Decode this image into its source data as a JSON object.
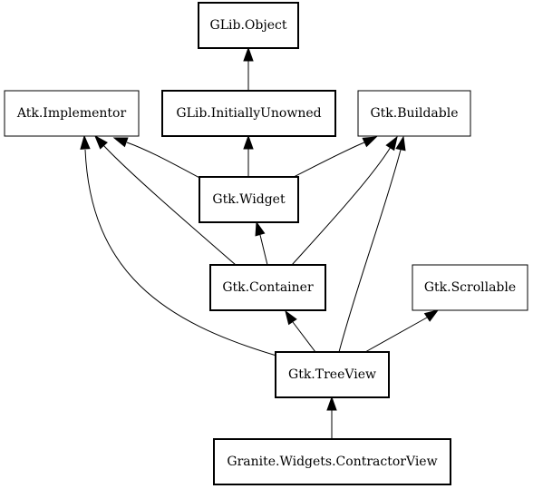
{
  "diagram": {
    "nodes": {
      "glib_object": {
        "label": "GLib.Object",
        "bold": true
      },
      "atk_implementor": {
        "label": "Atk.Implementor",
        "bold": false
      },
      "glib_initially_unowned": {
        "label": "GLib.InitiallyUnowned",
        "bold": true
      },
      "gtk_buildable": {
        "label": "Gtk.Buildable",
        "bold": false
      },
      "gtk_widget": {
        "label": "Gtk.Widget",
        "bold": true
      },
      "gtk_container": {
        "label": "Gtk.Container",
        "bold": true
      },
      "gtk_scrollable": {
        "label": "Gtk.Scrollable",
        "bold": false
      },
      "gtk_treeview": {
        "label": "Gtk.TreeView",
        "bold": true
      },
      "granite_contractorview": {
        "label": "Granite.Widgets.ContractorView",
        "bold": true
      }
    },
    "edges": [
      {
        "from": "glib_initially_unowned",
        "to": "glib_object"
      },
      {
        "from": "gtk_widget",
        "to": "glib_initially_unowned"
      },
      {
        "from": "gtk_widget",
        "to": "atk_implementor"
      },
      {
        "from": "gtk_widget",
        "to": "gtk_buildable"
      },
      {
        "from": "gtk_container",
        "to": "gtk_widget"
      },
      {
        "from": "gtk_container",
        "to": "atk_implementor"
      },
      {
        "from": "gtk_container",
        "to": "gtk_buildable"
      },
      {
        "from": "gtk_treeview",
        "to": "gtk_container"
      },
      {
        "from": "gtk_treeview",
        "to": "atk_implementor"
      },
      {
        "from": "gtk_treeview",
        "to": "gtk_buildable"
      },
      {
        "from": "gtk_treeview",
        "to": "gtk_scrollable"
      },
      {
        "from": "granite_contractorview",
        "to": "gtk_treeview"
      }
    ]
  }
}
